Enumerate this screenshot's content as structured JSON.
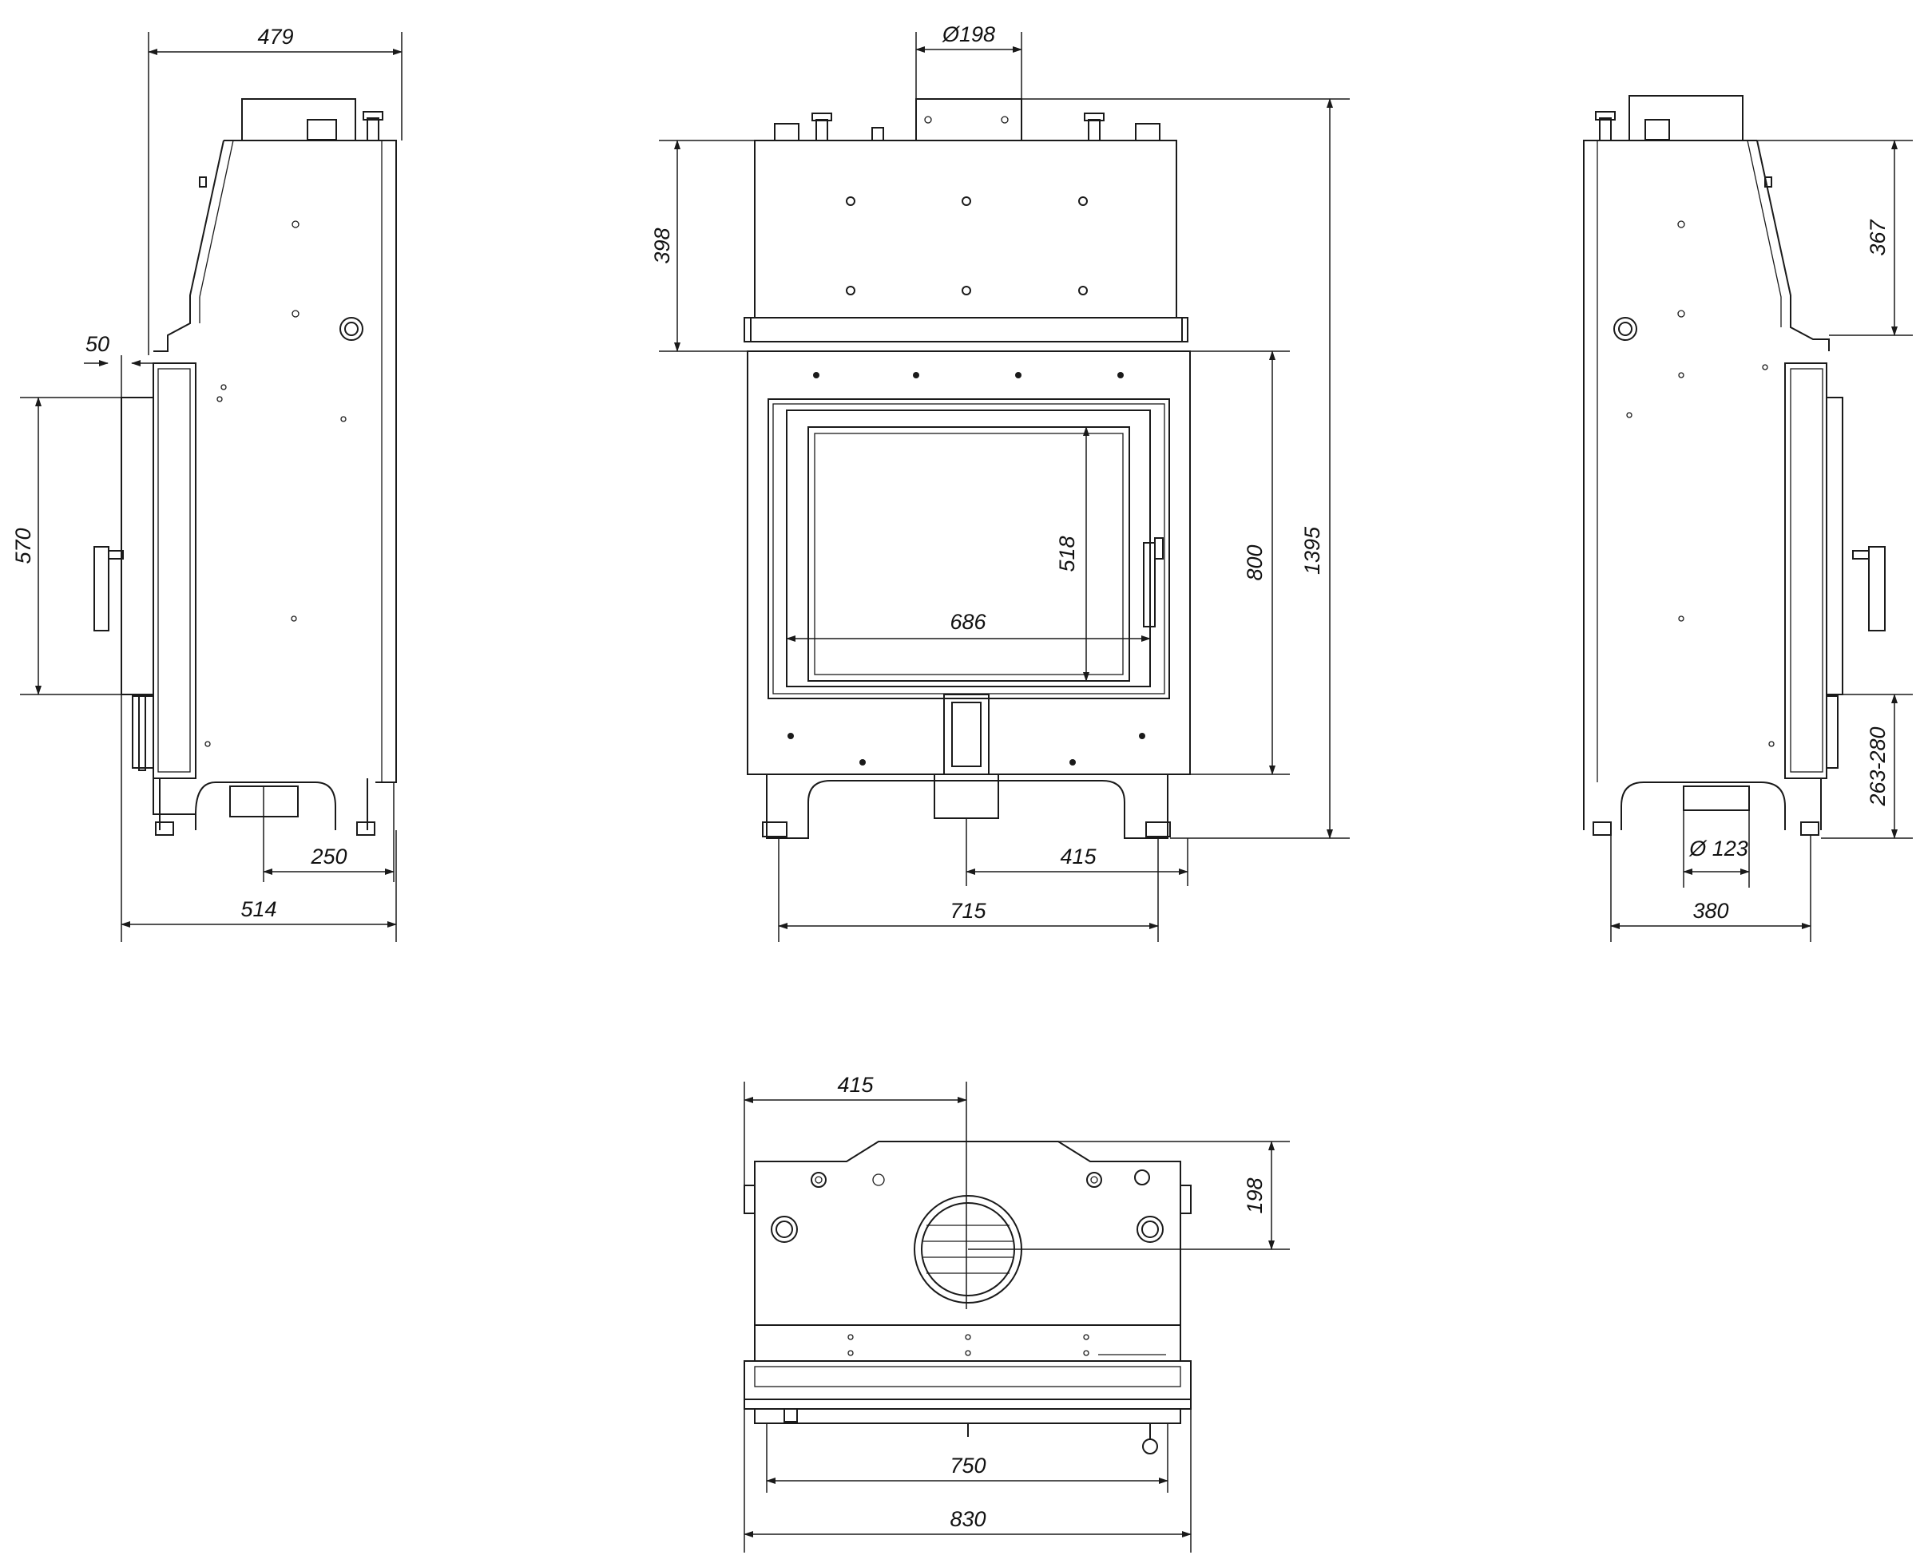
{
  "colors": {
    "line": "#1a1a1a",
    "background": "#ffffff"
  },
  "dimensions": {
    "side_left_depth": "479",
    "side_left_offset": "50",
    "side_left_door_height": "570",
    "side_left_base": "514",
    "side_left_outlet": "250",
    "front_flue_diameter": "Ø198",
    "front_upper_height": "398",
    "front_opening_height": "518",
    "front_opening_width": "686",
    "front_body_height": "800",
    "front_total_height": "1395",
    "front_outlet_offset": "415",
    "front_width": "715",
    "side_right_upper_height": "367",
    "side_right_adjust": "263-280",
    "side_right_inlet_diameter": "Ø 123",
    "side_right_base": "380",
    "top_flue_offset": "415",
    "top_flue_depth": "198",
    "top_inner_width": "750",
    "top_outer_width": "830"
  }
}
